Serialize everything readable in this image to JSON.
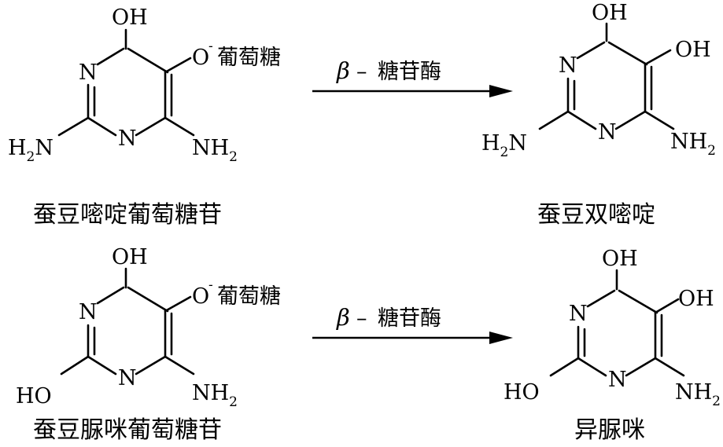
{
  "reactions": [
    {
      "reactant": {
        "name": "蚕豆嘧啶葡萄糖苷",
        "oh_top": "OH",
        "o_minus": "O",
        "minus_sign": "-",
        "glucose": "葡萄糖",
        "n_ring_upper": "N",
        "n_ring_lower": "N",
        "left_group_main": "H",
        "left_group_sub": "2",
        "left_group_tail": "N",
        "right_group_main": "NH",
        "right_group_sub": "2"
      },
      "arrow": {
        "beta": "β",
        "dash": "–",
        "enzyme": "糖苷酶"
      },
      "product": {
        "name": "蚕豆双嘧啶",
        "oh_top": "OH",
        "oh_right": "OH",
        "n_ring_upper": "N",
        "n_ring_lower": "N",
        "left_group_main": "H",
        "left_group_sub": "2",
        "left_group_tail": "N",
        "right_group_main": "NH",
        "right_group_sub": "2"
      }
    },
    {
      "reactant": {
        "name": "蚕豆脲咪葡萄糖苷",
        "oh_top": "OH",
        "o_minus": "O",
        "minus_sign": "-",
        "glucose": "葡萄糖",
        "n_ring_upper": "N",
        "n_ring_lower": "N",
        "left_group_main": "HO",
        "right_group_main": "NH",
        "right_group_sub": "2"
      },
      "arrow": {
        "beta": "β",
        "dash": "–",
        "enzyme": "糖苷酶"
      },
      "product": {
        "name": "异脲咪",
        "oh_top": "OH",
        "oh_right": "OH",
        "n_ring_upper": "N",
        "n_ring_lower": "N",
        "left_group_main": "HO",
        "right_group_main": "NH",
        "right_group_sub": "2"
      }
    }
  ]
}
